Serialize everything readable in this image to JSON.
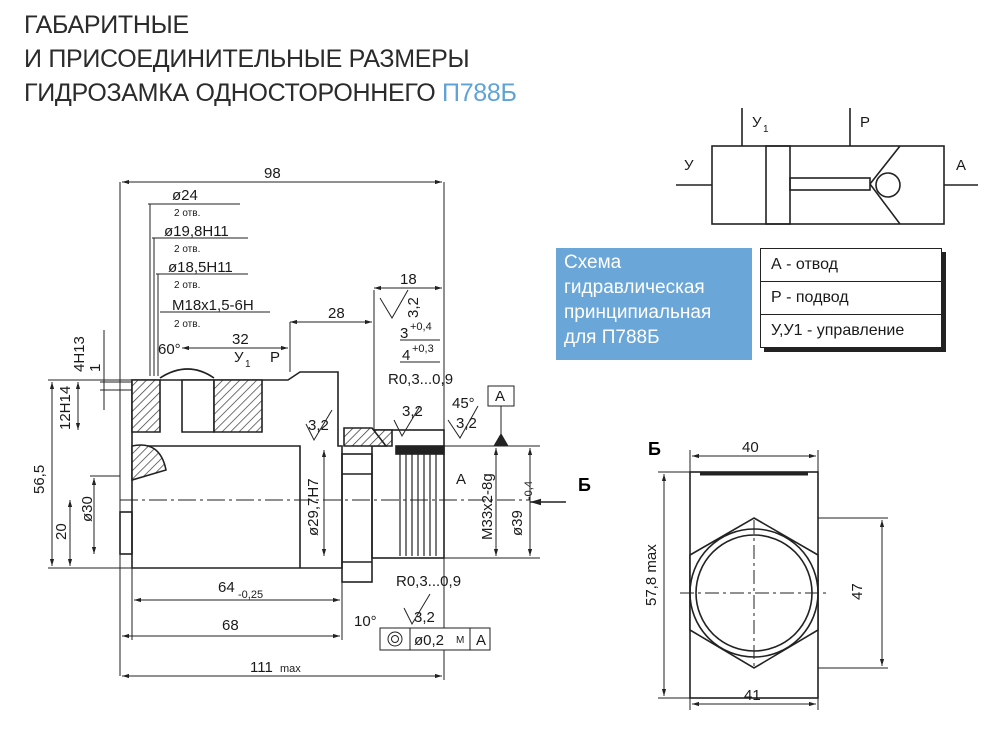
{
  "title": {
    "line1": "ГАБАРИТНЫЕ",
    "line2": "И ПРИСОЕДИНИТЕЛЬНЫЕ РАЗМЕРЫ",
    "line3": "ГИДРОЗАМКА ОДНОСТОРОННЕГО",
    "model": "П788Б"
  },
  "schema": {
    "label_line1": "Схема",
    "label_line2": "гидравлическая",
    "label_line3": "принципиальная",
    "label_line4": "для П788Б",
    "port_y1": "У",
    "port_y1_sub": "1",
    "port_p": "Р",
    "port_y": "У",
    "port_a": "А"
  },
  "legend": [
    "А - отвод",
    "Р - подвод",
    "У,У1 - управление"
  ],
  "section_view": {
    "label": "Б",
    "dim_top": "40",
    "dim_left": "57,8 max",
    "dim_right": "47",
    "dim_bottom": "41"
  },
  "arrow_label": "Б",
  "main_view": {
    "dim_98": "98",
    "d24": "ø24",
    "d24_note": "2 отв.",
    "d19": "ø19,8Н11",
    "d19_note": "2 отв.",
    "d18": "ø18,5Н11",
    "d18_note": "2 отв.",
    "m18": "М18х1,5-6Н",
    "m18_note": "2 отв.",
    "dim_18": "18",
    "dim_32_top": "3,2",
    "dim_28": "28",
    "dim_3": "3",
    "dim_3_tol": "+0,4",
    "dim_4": "4",
    "dim_4_tol": "+0,3",
    "dim_32": "32",
    "angle_60": "60°",
    "port_y1": "У",
    "port_y1_sub": "1",
    "port_p": "Р",
    "dim_4h13": "4Н13",
    "dim_1": "1",
    "dim_12h14": "12Н14",
    "dim_565": "56,5",
    "dim_d30": "ø30",
    "dim_20": "20",
    "r_top": "R0,3...0,9",
    "rough_1": "3,2",
    "angle_45": "45°",
    "datum_a": "А",
    "rough_2": "3,2",
    "rough_3": "3,2",
    "d297": "ø29,7Н7",
    "port_a": "А",
    "m33": "М33х2-8g",
    "d39": "ø39",
    "d39_tol": "-0,4",
    "dim_64": "64",
    "dim_64_tol": "-0,25",
    "r_bottom": "R0,3...0,9",
    "angle_10": "10°",
    "rough_4": "3,2",
    "dim_68": "68",
    "tol_frame_value": "ø0,2",
    "tol_frame_m": "M",
    "tol_frame_datum": "А",
    "dim_111": "111",
    "dim_111_note": "max"
  }
}
